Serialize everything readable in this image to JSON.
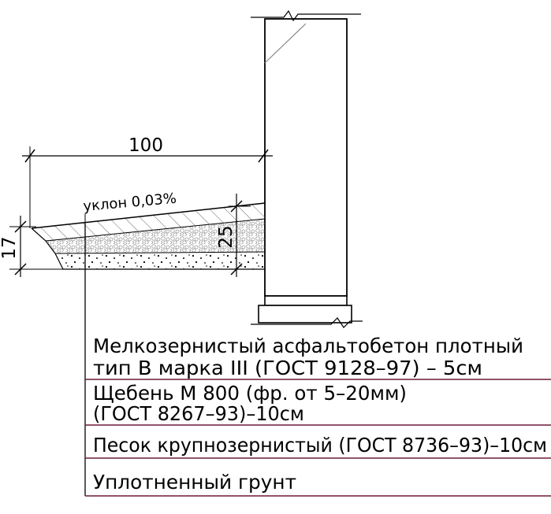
{
  "dimensions": {
    "width_label": "100",
    "height_label": "25",
    "edge_label": "17"
  },
  "slope_label": "уклон 0,03%",
  "layers": [
    {
      "line1": "Мелкозернистый асфальтобетон плотный",
      "line2": "тип В марка III (ГОСТ 9128–97)    – 5см"
    },
    {
      "line1": "Щебень М 800 (фр. от 5–20мм)",
      "line2": "(ГОСТ 8267–93)–10см"
    },
    {
      "line1": "Песок крупнозернистый (ГОСТ 8736–93)–10см"
    },
    {
      "line1": "Уплотненный грунт"
    }
  ]
}
